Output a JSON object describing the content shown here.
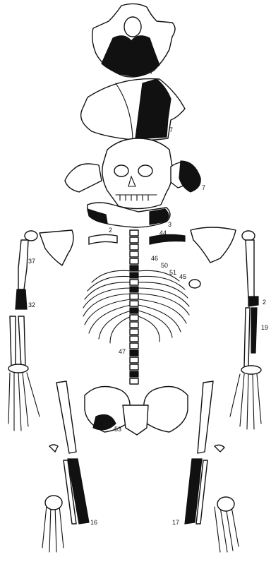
{
  "labels": {
    "skull_top": "7",
    "skull_mid": "7",
    "skull_side": "7",
    "mandible": "3",
    "clavicle_left": "2",
    "clavicle_right": "44",
    "vert_a": "46",
    "vert_b": "50",
    "vert_c": "51",
    "vert_d": "45",
    "humerus_left": "37",
    "humerus_left_low": "32",
    "humerus_right": "2",
    "forearm_right": "19",
    "lumbar": "47",
    "pelvis": "53",
    "tibia_left": "16",
    "tibia_right": "17"
  },
  "colors": {
    "ink": "#111111",
    "paper": "#ffffff"
  }
}
